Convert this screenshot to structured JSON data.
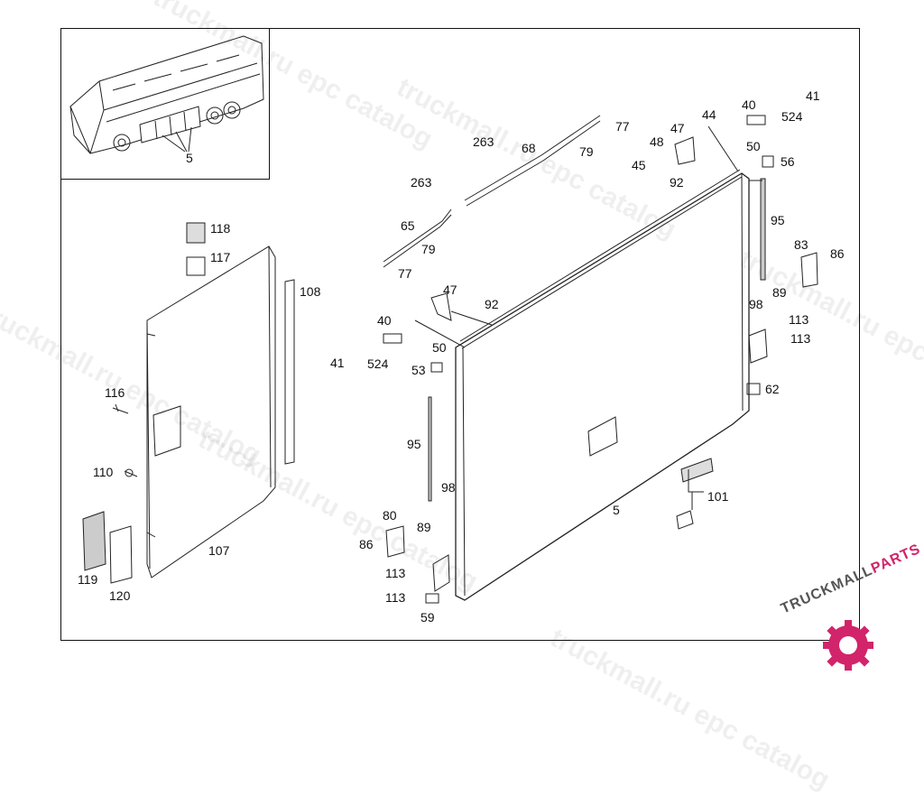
{
  "watermark": "truckmall.ru epc catalog",
  "logo": {
    "brand_dark": "TRUCKMALL",
    "brand_accent": "PARTS",
    "accent_color": "#d2246a"
  },
  "callouts": {
    "inset_5": "5",
    "c263a": "263",
    "c68": "68",
    "c77a": "77",
    "c79a": "79",
    "c47a": "47",
    "c48": "48",
    "c44": "44",
    "c45": "45",
    "c40a": "40",
    "c41a": "41",
    "c524a": "524",
    "c50a": "50",
    "c56": "56",
    "c92a": "92",
    "c95a": "95",
    "c83": "83",
    "c86a": "86",
    "c89a": "89",
    "c98a": "98",
    "c113a": "113",
    "c113b": "113",
    "c62": "62",
    "c263b": "263",
    "c65": "65",
    "c79b": "79",
    "c77b": "77",
    "c47b": "47",
    "c92b": "92",
    "c40b": "40",
    "c41b": "41",
    "c524b": "524",
    "c50b": "50",
    "c53": "53",
    "c118": "118",
    "c117": "117",
    "c108": "108",
    "c116": "116",
    "c110": "110",
    "c95b": "95",
    "c98b": "98",
    "c80": "80",
    "c89b": "89",
    "c86b": "86",
    "c113c": "113",
    "c113d": "113",
    "c59": "59",
    "c5": "5",
    "c101": "101",
    "c107": "107",
    "c119": "119",
    "c120": "120"
  }
}
